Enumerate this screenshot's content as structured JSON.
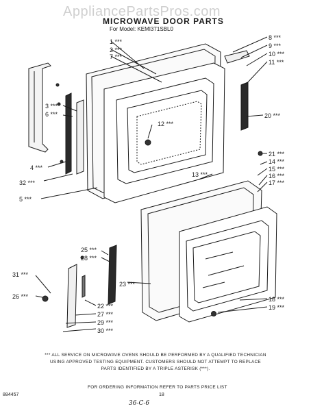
{
  "watermark": "AppliancePartsPros.com",
  "header": {
    "title": "MICROWAVE DOOR PARTS",
    "model": "For Model: KEMI371SBL0"
  },
  "callouts": {
    "c1": "1 ***",
    "c2": "2 ***",
    "c7": "7 ***",
    "c3": "3 ***",
    "c6": "6 ***",
    "c4": "4 ***",
    "c32": "32 ***",
    "c5": "5 ***",
    "c12": "12 ***",
    "c13": "13 ***",
    "c8": "8 ***",
    "c9": "9 ***",
    "c10": "10 ***",
    "c11": "11 ***",
    "c20": "20 ***",
    "c21": "21 ***",
    "c14": "14 ***",
    "c15": "15 ***",
    "c16": "16 ***",
    "c17": "17 ***",
    "c25": "25 ***",
    "c28": "28 ***",
    "c31": "31 ***",
    "c26": "26 ***",
    "c23": "23 ***",
    "c22": "22 ***",
    "c27": "27 ***",
    "c29": "29 ***",
    "c30": "30 ***",
    "c18": "18 ***",
    "c19": "19 ***"
  },
  "note": {
    "line1": "*** ALL SERVICE ON MICROWAVE OVENS SHOULD BE PERFORMED BY A QUALIFIED TECHNICIAN",
    "line2": "USING APPROVED TESTING EQUIPMENT. CUSTOMERS SHOULD NOT ATTEMPT TO REPLACE",
    "line3": "PARTS IDENTIFIED BY A TRIPLE ASTERISK (***)."
  },
  "footer": {
    "ordering": "FOR ORDERING INFORMATION REFER TO PARTS PRICE LIST",
    "doc_number": "884457",
    "page_number": "18",
    "handwritten": "36-C-6"
  }
}
